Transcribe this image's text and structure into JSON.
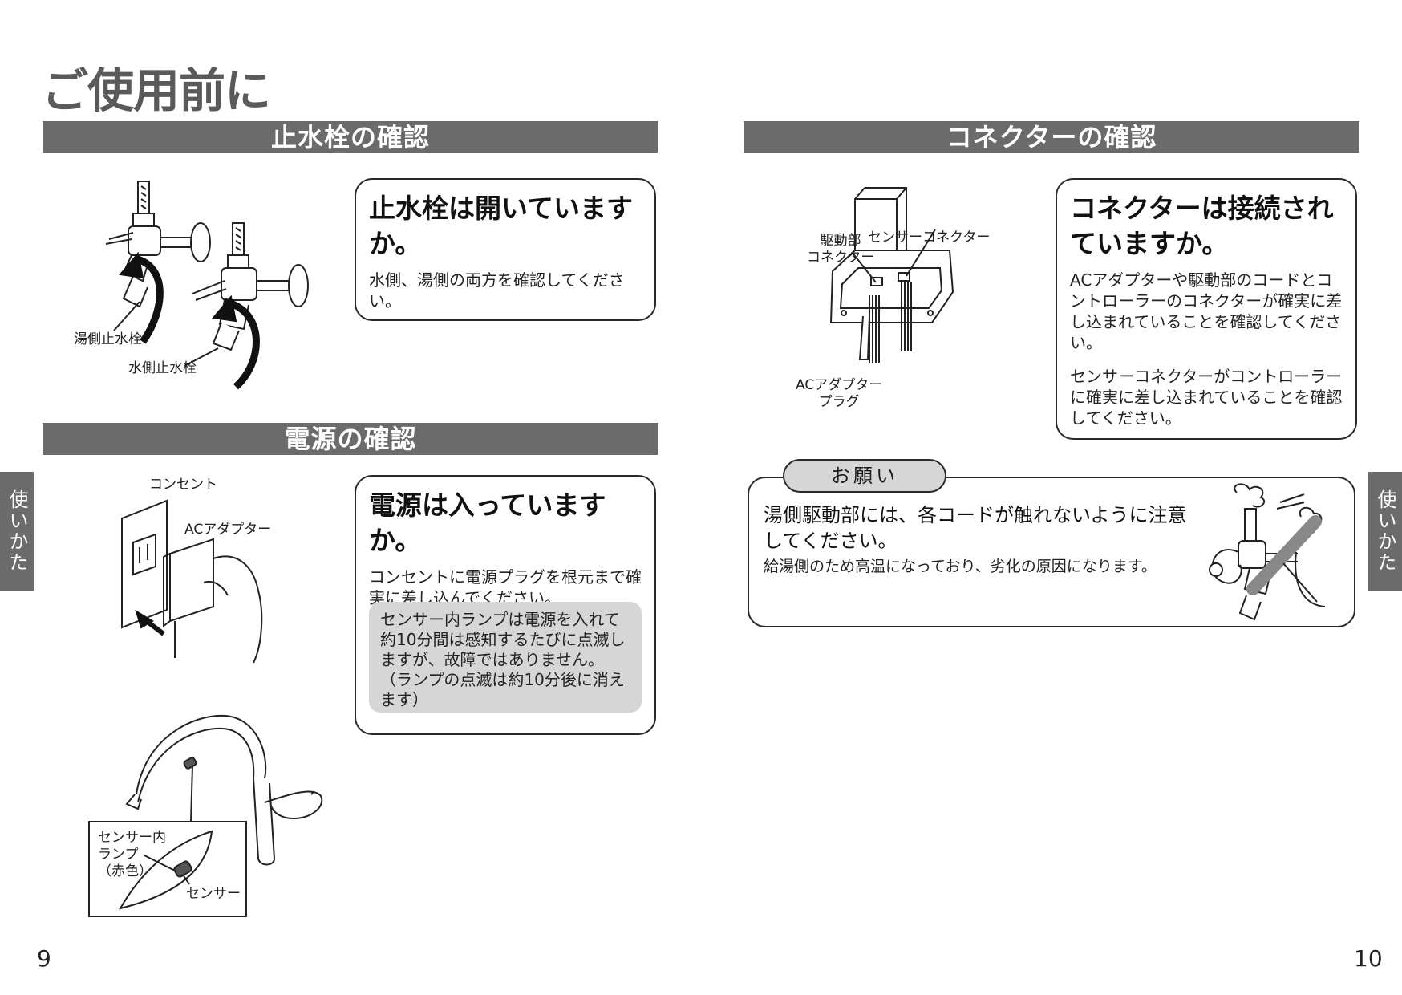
{
  "page_title": "ご使用前に",
  "left_page": {
    "section1": {
      "title": "止水栓の確認",
      "heading": "止水栓は開いていますか。",
      "body": "水側、湯側の両方を確認してください。",
      "labels": {
        "hot_valve": "湯側止水栓",
        "cold_valve": "水側止水栓"
      }
    },
    "section2": {
      "title": "電源の確認",
      "heading": "電源は入っていますか。",
      "body": "コンセントに電源プラグを根元まで確実に差し込んでください。",
      "note": "センサー内ランプは電源を入れて約10分間は感知するたびに点滅しますが、故障ではありません。\n（ランプの点滅は約10分後に消えます）",
      "labels": {
        "outlet": "コンセント",
        "ac_adapter": "ACアダプター",
        "sensor_lamp": "センサー内\nランプ\n（赤色）",
        "sensor": "センサー"
      }
    },
    "side_tab": "使いかた",
    "page_number": "9"
  },
  "right_page": {
    "section": {
      "title": "コネクターの確認",
      "heading": "コネクターは接続されていますか。",
      "body1": "ACアダプターや駆動部のコードとコントローラーのコネクターが確実に差し込まれていることを確認してください。",
      "body2": "センサーコネクターがコントローラーに確実に差し込まれていることを確認してください。",
      "labels": {
        "drive_connector": "駆動部\nコネクター",
        "sensor_connector": "センサーコネクター",
        "ac_plug": "ACアダプター\nプラグ"
      }
    },
    "notice": {
      "label": "お願い",
      "main": "湯側駆動部には、各コードが触れないように注意してください。",
      "sub": "給湯側のため高温になっており、劣化の原因になります。"
    },
    "side_tab": "使いかた",
    "page_number": "10"
  }
}
